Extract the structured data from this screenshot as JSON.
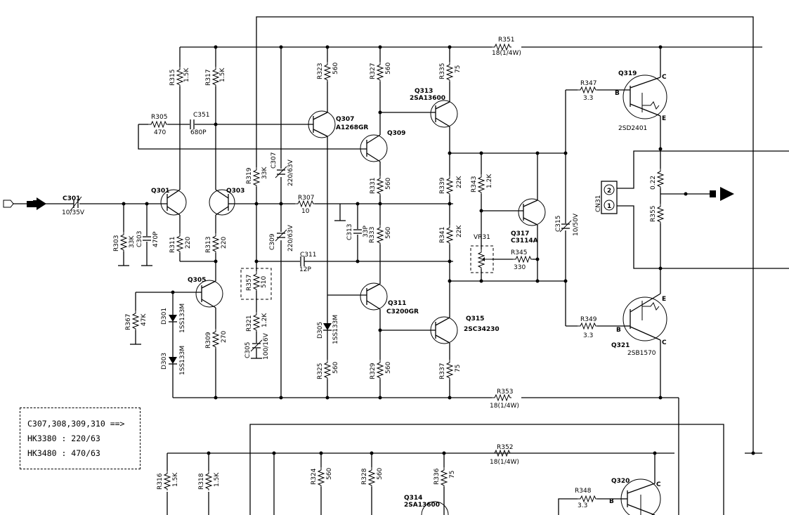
{
  "note": {
    "line1": "C307,308,309,310 ==>",
    "line2": "HK3380 : 220/63",
    "line3": "HK3480 : 470/63"
  },
  "components": {
    "r315": {
      "ref": "R315",
      "val": "1.5K"
    },
    "r317": {
      "ref": "R317",
      "val": "1.5K"
    },
    "r305": {
      "ref": "R305",
      "val": "470"
    },
    "c351": {
      "ref": "C351",
      "val": "680P"
    },
    "r323": {
      "ref": "R323",
      "val": "560"
    },
    "r327": {
      "ref": "R327",
      "val": "560"
    },
    "r335": {
      "ref": "R335",
      "val": "75"
    },
    "r351": {
      "ref": "R351",
      "val": "18(1/4W)"
    },
    "r347": {
      "ref": "R347",
      "val": "3.3"
    },
    "q319": {
      "ref": "Q319",
      "val": "2SD2401"
    },
    "q313": {
      "ref": "Q313",
      "val": "2SA13600"
    },
    "q307": {
      "ref": "Q307",
      "val": "A1268GR"
    },
    "q309": {
      "ref": "Q309"
    },
    "c301": {
      "ref": "C301",
      "val": "10/35V"
    },
    "q301": {
      "ref": "Q301"
    },
    "q303": {
      "ref": "Q303"
    },
    "r319": {
      "ref": "R319",
      "val": "33K"
    },
    "c307": {
      "ref": "C307",
      "val": "220/63V"
    },
    "r307": {
      "ref": "R307",
      "val": "10"
    },
    "r331": {
      "ref": "R331",
      "val": "560"
    },
    "r339": {
      "ref": "R339",
      "val": "22K"
    },
    "r343": {
      "ref": "R343",
      "val": "1.2K"
    },
    "r303": {
      "ref": "R303",
      "val": "33K"
    },
    "c303": {
      "ref": "C303",
      "val": "470P"
    },
    "r311": {
      "ref": "R311",
      "val": "220"
    },
    "r313": {
      "ref": "R313",
      "val": "220"
    },
    "c309": {
      "ref": "C309",
      "val": "220/63V"
    },
    "c311": {
      "ref": "C311",
      "val": "12P"
    },
    "c313": {
      "ref": "C313",
      "val": "33P"
    },
    "r333": {
      "ref": "R333",
      "val": "560"
    },
    "r341": {
      "ref": "R341",
      "val": "22K"
    },
    "vr31": {
      "ref": "VR31"
    },
    "q317": {
      "ref": "Q317",
      "val": "C3114A"
    },
    "r345": {
      "ref": "R345",
      "val": "330"
    },
    "c315": {
      "ref": "C315",
      "val": "10/50V"
    },
    "cn31": {
      "ref": "CN31",
      "pin1": "1",
      "pin2": "2"
    },
    "r_022": {
      "val": "0.22"
    },
    "r355": {
      "ref": "R355"
    },
    "q305": {
      "ref": "Q305"
    },
    "r357": {
      "ref": "R357",
      "val": "510"
    },
    "r367": {
      "ref": "R367",
      "val": "47K"
    },
    "d301": {
      "ref": "D301",
      "val": "1SS133M"
    },
    "d303": {
      "ref": "D303",
      "val": "1SS133M"
    },
    "r309": {
      "ref": "R309",
      "val": "270"
    },
    "r321": {
      "ref": "R321",
      "val": "1.2K"
    },
    "c305": {
      "ref": "C305",
      "val": "100/16V"
    },
    "d305": {
      "ref": "D305",
      "val": "1SS133M"
    },
    "q311": {
      "ref": "Q311",
      "val": "C3200GR"
    },
    "q315": {
      "ref": "Q315",
      "val": "2SC34230"
    },
    "r349": {
      "ref": "R349",
      "val": "3.3"
    },
    "q321": {
      "ref": "Q321",
      "val": "2SB1570"
    },
    "r325": {
      "ref": "R325",
      "val": "560"
    },
    "r329": {
      "ref": "R329",
      "val": "560"
    },
    "r337": {
      "ref": "R337",
      "val": "75"
    },
    "r353": {
      "ref": "R353",
      "val": "18(1/4W)"
    },
    "r352": {
      "ref": "R352",
      "val": "18(1/4W)"
    },
    "r316": {
      "ref": "R316",
      "val": "1.5K"
    },
    "r318": {
      "ref": "R318",
      "val": "1.5K"
    },
    "r324": {
      "ref": "R324",
      "val": "560"
    },
    "r328": {
      "ref": "R328",
      "val": "560"
    },
    "r336": {
      "ref": "R336",
      "val": "75"
    },
    "q314": {
      "ref": "Q314",
      "val": "2SA13600"
    },
    "r348": {
      "ref": "R348",
      "val": "3.3"
    },
    "q320": {
      "ref": "Q320"
    }
  },
  "pins": {
    "b": "B",
    "c": "C",
    "e": "E"
  }
}
